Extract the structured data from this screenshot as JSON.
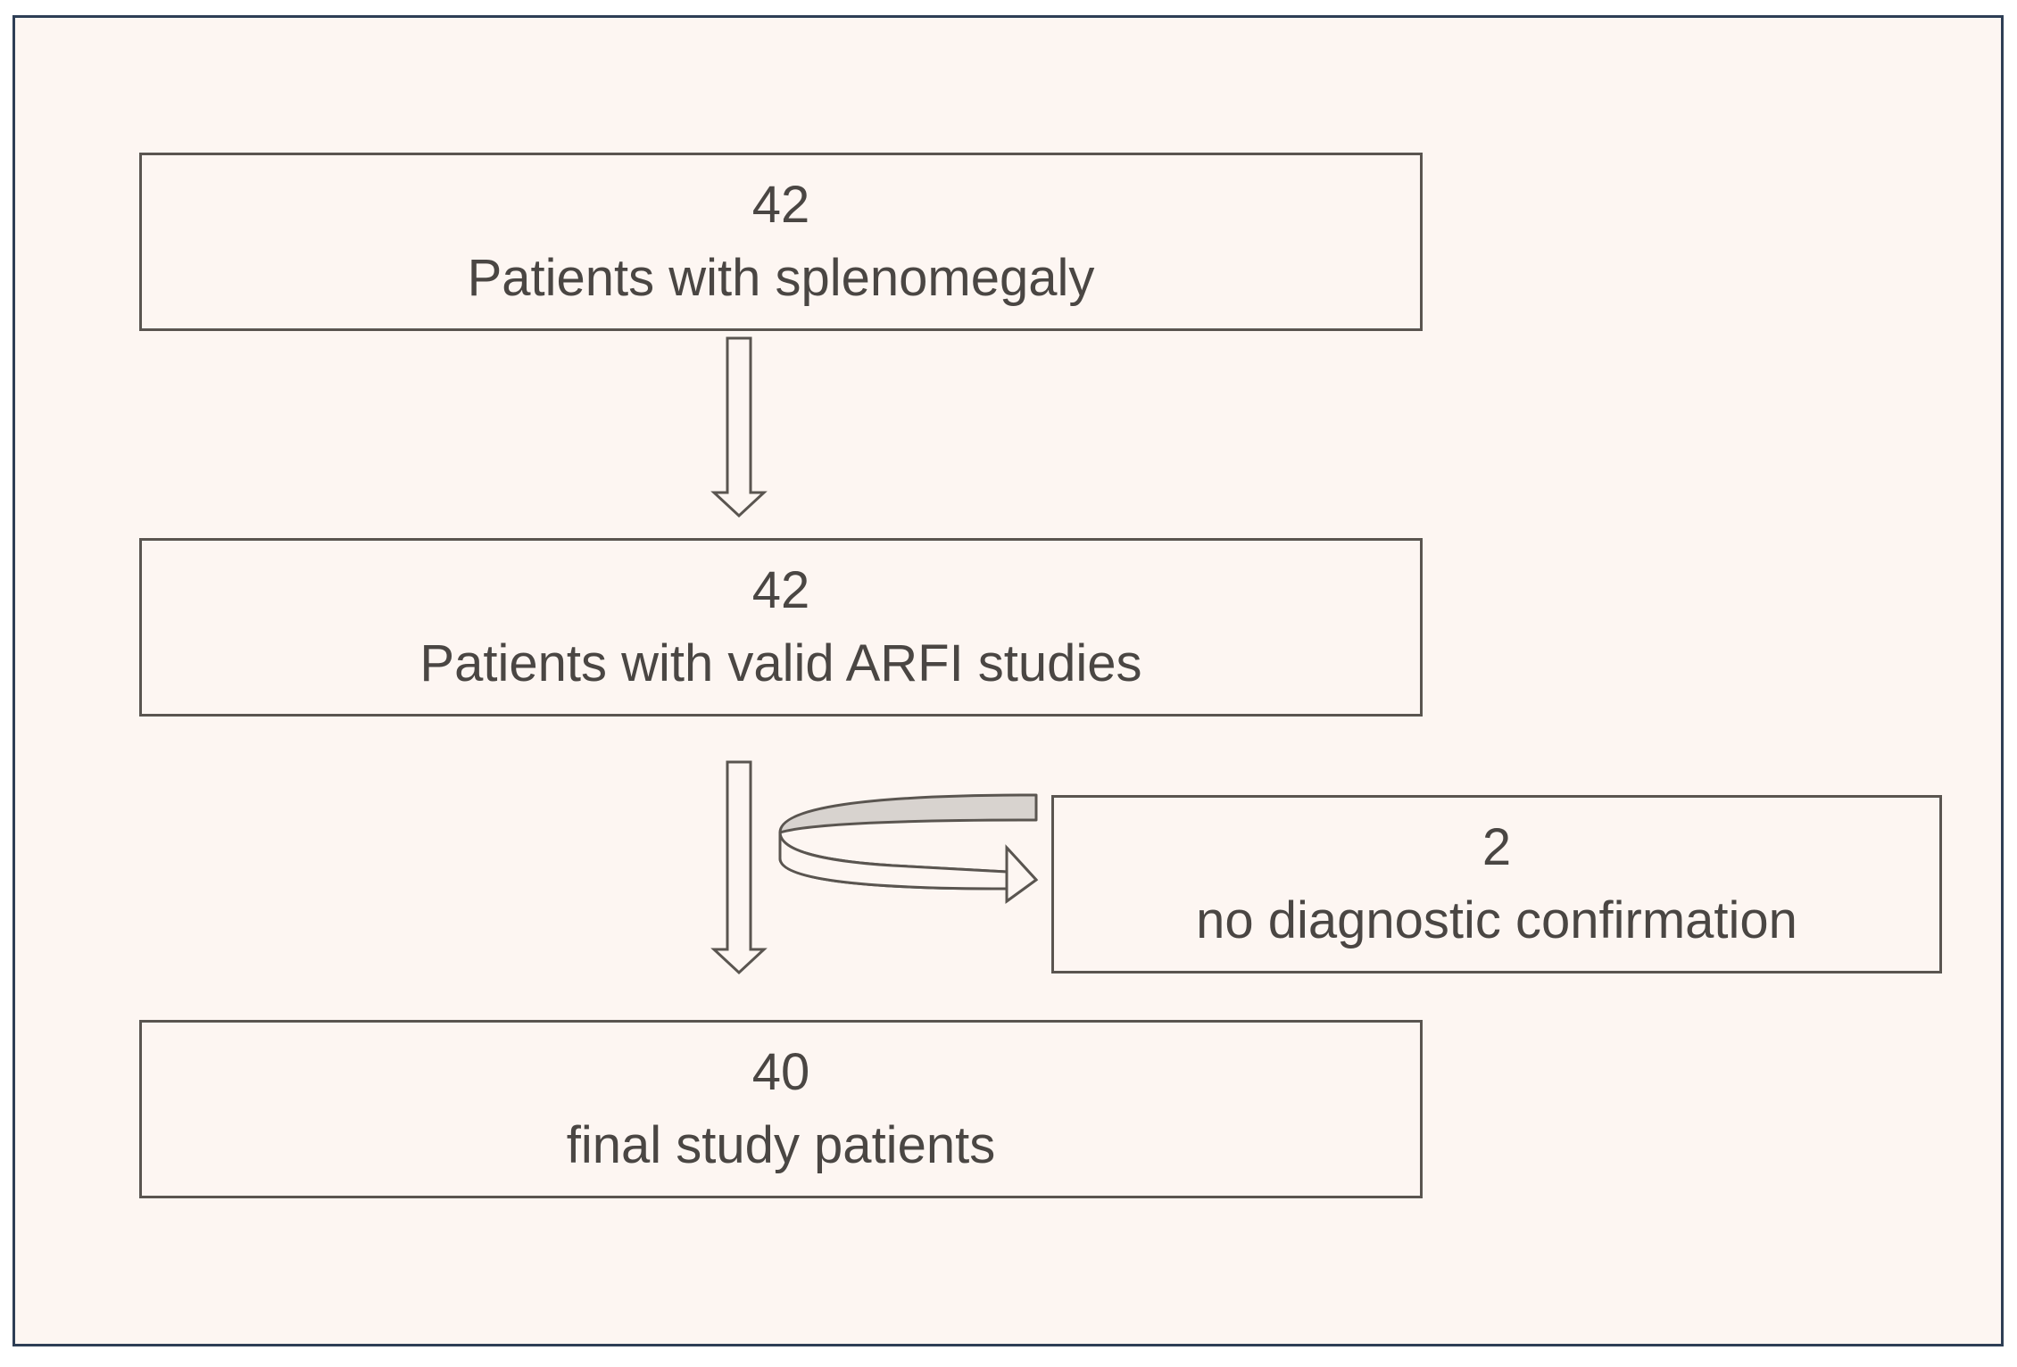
{
  "flowchart": {
    "steps": [
      {
        "count": "42",
        "label": "Patients with splenomegaly"
      },
      {
        "count": "42",
        "label": "Patients with valid ARFI studies"
      },
      {
        "count": "2",
        "label": "no diagnostic confirmation"
      },
      {
        "count": "40",
        "label": "final study patients"
      }
    ],
    "colors": {
      "background": "#fdf6f2",
      "frame_border": "#2e3e55",
      "box_border": "#5a5550",
      "text": "#4a4643",
      "curved_arrow_fill": "#d8d3cf"
    }
  }
}
